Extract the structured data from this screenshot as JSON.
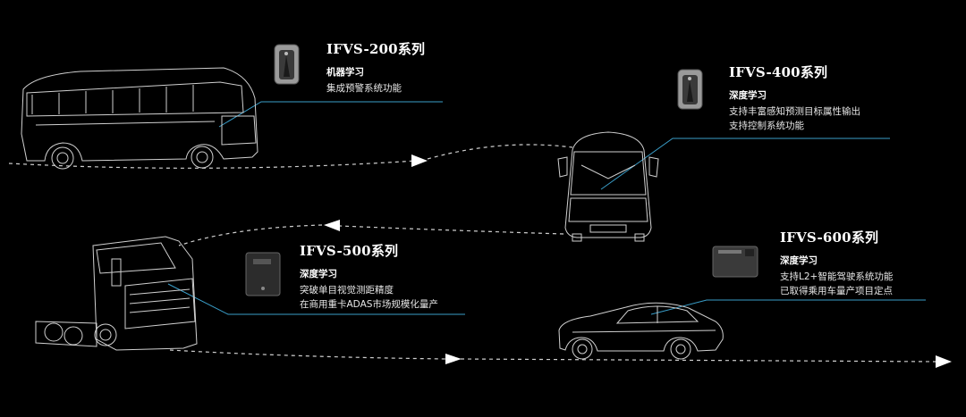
{
  "products": [
    {
      "title": "IFVS-200系列",
      "subtitle": "机器学习",
      "lines": [
        "集成预警系统功能"
      ],
      "icon": "camera-unit-icon",
      "vehicle": "coach-bus"
    },
    {
      "title": "IFVS-400系列",
      "subtitle": "深度学习",
      "lines": [
        "支持丰富感知预测目标属性输出",
        "支持控制系统功能"
      ],
      "icon": "camera-unit-icon",
      "vehicle": "city-bus"
    },
    {
      "title": "IFVS-500系列",
      "subtitle": "深度学习",
      "lines": [
        "突破单目视觉测距精度",
        "在商用重卡ADAS市场规模化量产"
      ],
      "icon": "controller-box-icon",
      "vehicle": "heavy-truck"
    },
    {
      "title": "IFVS-600系列",
      "subtitle": "深度学习",
      "lines": [
        "支持L2+智能驾驶系统功能",
        "已取得乘用车量产项目定点"
      ],
      "icon": "domain-controller-icon",
      "vehicle": "passenger-car"
    }
  ],
  "colors": {
    "background": "#000000",
    "accent_line": "#3a9ec9",
    "sketch": "#d8d8d8"
  }
}
